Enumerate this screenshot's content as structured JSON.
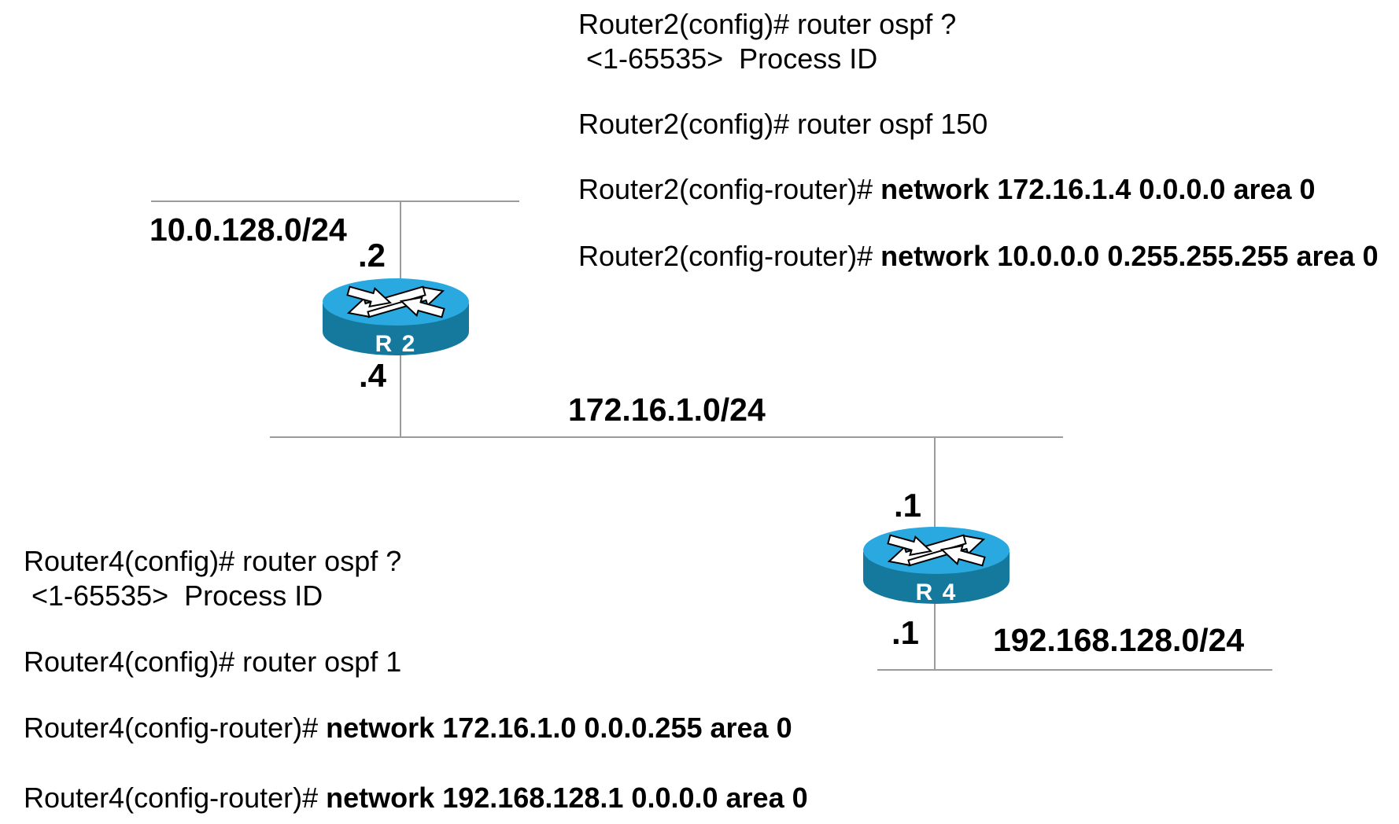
{
  "consoles": [
    {
      "id": "router2",
      "lines": [
        {
          "normal": "Router2(config)# router ospf ?",
          "bold": ""
        },
        {
          "normal": " <1-65535>  Process ID",
          "bold": ""
        },
        {
          "normal": "Router2(config)# router ospf 150",
          "bold": ""
        },
        {
          "normal": "Router2(config-router)# ",
          "bold": "network 172.16.1.4 0.0.0.0 area 0"
        },
        {
          "normal": "Router2(config-router)# ",
          "bold": "network 10.0.0.0 0.255.255.255 area 0"
        }
      ]
    },
    {
      "id": "router4",
      "lines": [
        {
          "normal": "Router4(config)# router ospf ?",
          "bold": ""
        },
        {
          "normal": " <1-65535>  Process ID",
          "bold": ""
        },
        {
          "normal": "Router4(config)# router ospf 1",
          "bold": ""
        },
        {
          "normal": "Router4(config-router)# ",
          "bold": "network 172.16.1.0 0.0.0.255 area 0"
        },
        {
          "normal": "Router4(config-router)# ",
          "bold": "network 192.168.128.1 0.0.0.0 area 0"
        }
      ]
    }
  ],
  "topology": {
    "routers": [
      {
        "name": "R 2"
      },
      {
        "name": "R 4"
      }
    ],
    "networks": [
      {
        "label": "10.0.128.0/24"
      },
      {
        "label": "172.16.1.0/24"
      },
      {
        "label": "192.168.128.0/24"
      }
    ],
    "interfaces": [
      {
        "router": "R 2",
        "network": "10.0.128.0/24",
        "label": ".2"
      },
      {
        "router": "R 2",
        "network": "172.16.1.0/24",
        "label": ".4"
      },
      {
        "router": "R 4",
        "network": "172.16.1.0/24",
        "label": ".1"
      },
      {
        "router": "R 4",
        "network": "192.168.128.0/24",
        "label": ".1"
      }
    ]
  },
  "colors": {
    "router_top": "#29A9DF",
    "router_body": "#15799E",
    "arrow_fill": "#FFFFFF",
    "arrow_outline": "#000000",
    "link_line": "#9B9B9B",
    "text": "#000000",
    "background": "#FFFFFF"
  }
}
